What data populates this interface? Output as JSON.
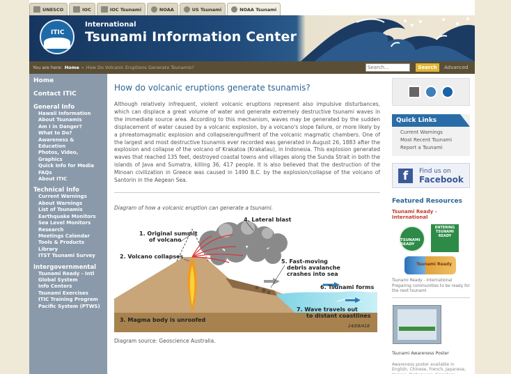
{
  "top_tabs": [
    {
      "label": "UNESCO",
      "icon": "unesco-logo-icon"
    },
    {
      "label": "IOC",
      "icon": "ioc-logo-icon"
    },
    {
      "label": "IOC Tsunami",
      "icon": "ioc-logo-icon"
    },
    {
      "label": "NOAA",
      "icon": "noaa-logo-icon"
    },
    {
      "label": "US Tsunami",
      "icon": "noaa-logo-icon"
    },
    {
      "label": "NOAA Tsunami",
      "icon": "noaa-logo-icon"
    }
  ],
  "banner": {
    "logo_text": "ITIC",
    "subtitle": "International",
    "title": "Tsunami Information Center"
  },
  "breadcrumb": {
    "prefix": "You are here:",
    "home": "Home",
    "separator": "»",
    "current": "How Do Volcanic Eruptions Generate Tsunamis?"
  },
  "search": {
    "placeholder": "Search...",
    "button": "Search",
    "advanced": "Advanced"
  },
  "sidebar": {
    "home": "Home",
    "contact": "Contact ITIC",
    "sections": [
      {
        "title": "General Info",
        "items": [
          "Hawaii Information",
          "About Tsunamis",
          "Am I in Danger?",
          "What to Do?",
          "Awareness &",
          "Education",
          "Photos, Video,",
          "Graphics",
          "Quick Info for Media",
          "FAQs",
          "About ITIC"
        ]
      },
      {
        "title": "Technical Info",
        "items": [
          "Current Warnings",
          "About Warnings",
          "List of Tsunamis",
          "Earthquake Monitors",
          "Sea Level Monitors",
          "Research",
          "Meetings Calendar",
          "Tools & Products",
          "Library",
          "ITST Tsunami Survey"
        ]
      },
      {
        "title": "Intergovernmental",
        "items": [
          "Tsunami Ready - Intl",
          "Global System",
          "Info Centers",
          "Tsunami Exercises",
          "ITIC Training Program",
          "Pacific System (PTWS)"
        ]
      }
    ]
  },
  "main": {
    "title": "How do volcanic eruptions generate tsunamis?",
    "body": "Although relatively infrequent, violent volcanic eruptions represent also impulsive disturbances, which can displace a great volume of water and generate extremely destructive tsunami waves in the immediate source area. According to this mechanism, waves may be generated by the sudden displacement of water caused by a volcanic explosion, by a volcano's slope failure, or more likely by a phreatomagmatic explosion and collapse/engulfment of the volcanic magmatic chambers. One of the largest and most destructive tsunamis ever recorded was generated in August 26, 1883 after the explosion and collapse of the volcano of Krakatoa (Krakatau), in Indonesia. This explosion generated waves that reached 135 feet, destroyed coastal towns and villages along the Sunda Strait in both the islands of Java and Sumatra, killing 36, 417 people. It is also believed that the destruction of the Minoan civilization in Greece was caused in 1490 B.C. by the explosion/collapse of the volcano of Santorin in the Aegean Sea.",
    "caption": "Diagram of how a volcanic eruption can generate a tsunami.",
    "diagram_labels": {
      "l1a": "1. Original summit",
      "l1b": "of volcano",
      "l2": "2. Volcano collapses",
      "l3": "3. Magma body is unroofed",
      "l4": "4. Lateral blast",
      "l5a": "5. Fast-moving",
      "l5b": "debris avalanche",
      "l5c": "crashes into sea",
      "l6": "6. Tsunami forms",
      "l7a": "7. Wave travels out",
      "l7b": "to distant coastlines",
      "date": "24/09/418"
    },
    "source": "Diagram source: Geoscience Australia."
  },
  "right": {
    "quick_links_title": "Quick Links",
    "quick_links": [
      "Current Warnings",
      "Most Recent Tsunami",
      "Report a Tsunami"
    ],
    "facebook_line1": "Find us on",
    "facebook_line2": "Facebook",
    "featured_title": "Featured Resources",
    "tsunami_ready_title": "Tsunami Ready - International",
    "tr_logo1": "TSUNAMI READY",
    "tr_logo2": "ENTERING TSUNAMI READY",
    "tr_logo3": "Tsunami Ready",
    "tr_text": "Tsunami Ready - International Preparing communities to be ready for the next tsunami",
    "poster_title": "Tsunami Awareness Poster",
    "poster_text": "Awareness poster available in English, Chinese, French, Japanese, Korean, Portuguese, Singalese,"
  }
}
